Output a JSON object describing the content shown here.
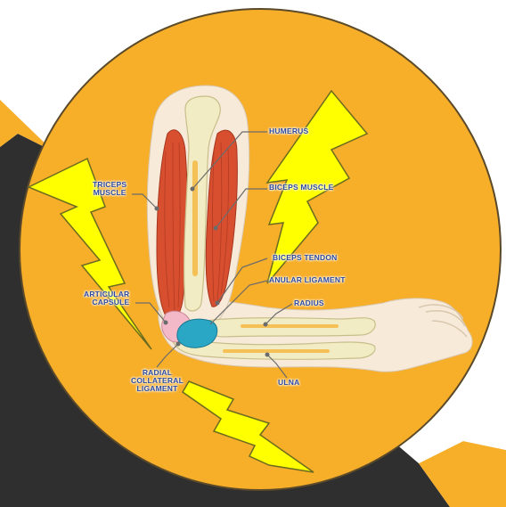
{
  "colors": {
    "background": "#ffffff",
    "dark_band": "#2f2f2f",
    "circle_fill": "#f7ae28",
    "circle_stroke": "#5a4a2a",
    "lightning_fill": "#ffff00",
    "lightning_stroke": "#6b6b20",
    "muscle": "#d84f30",
    "bone": "#f1ecc3",
    "skin": "#f7ead9",
    "ligament": "#29a7c4",
    "label_text": "#2e4a9c",
    "leader_line": "#6b6b6b"
  },
  "labels": {
    "humerus": "HUMERUS",
    "biceps_muscle": "BICEPS MUSCLE",
    "triceps_line1": "TRICEPS",
    "triceps_line2": "MUSCLE",
    "biceps_tendon": "BICEPS TENDON",
    "anular_ligament": "ANULAR LIGAMENT",
    "radius": "RADIUS",
    "articular_line1": "ARTICULAR",
    "articular_line2": "CAPSULE",
    "radial_line1": "RADIAL",
    "radial_line2": "COLLATERAL",
    "radial_line3": "LIGAMENT",
    "ulna": "ULNA"
  },
  "icons": {
    "lightning": "lightning-bolt-icon"
  }
}
